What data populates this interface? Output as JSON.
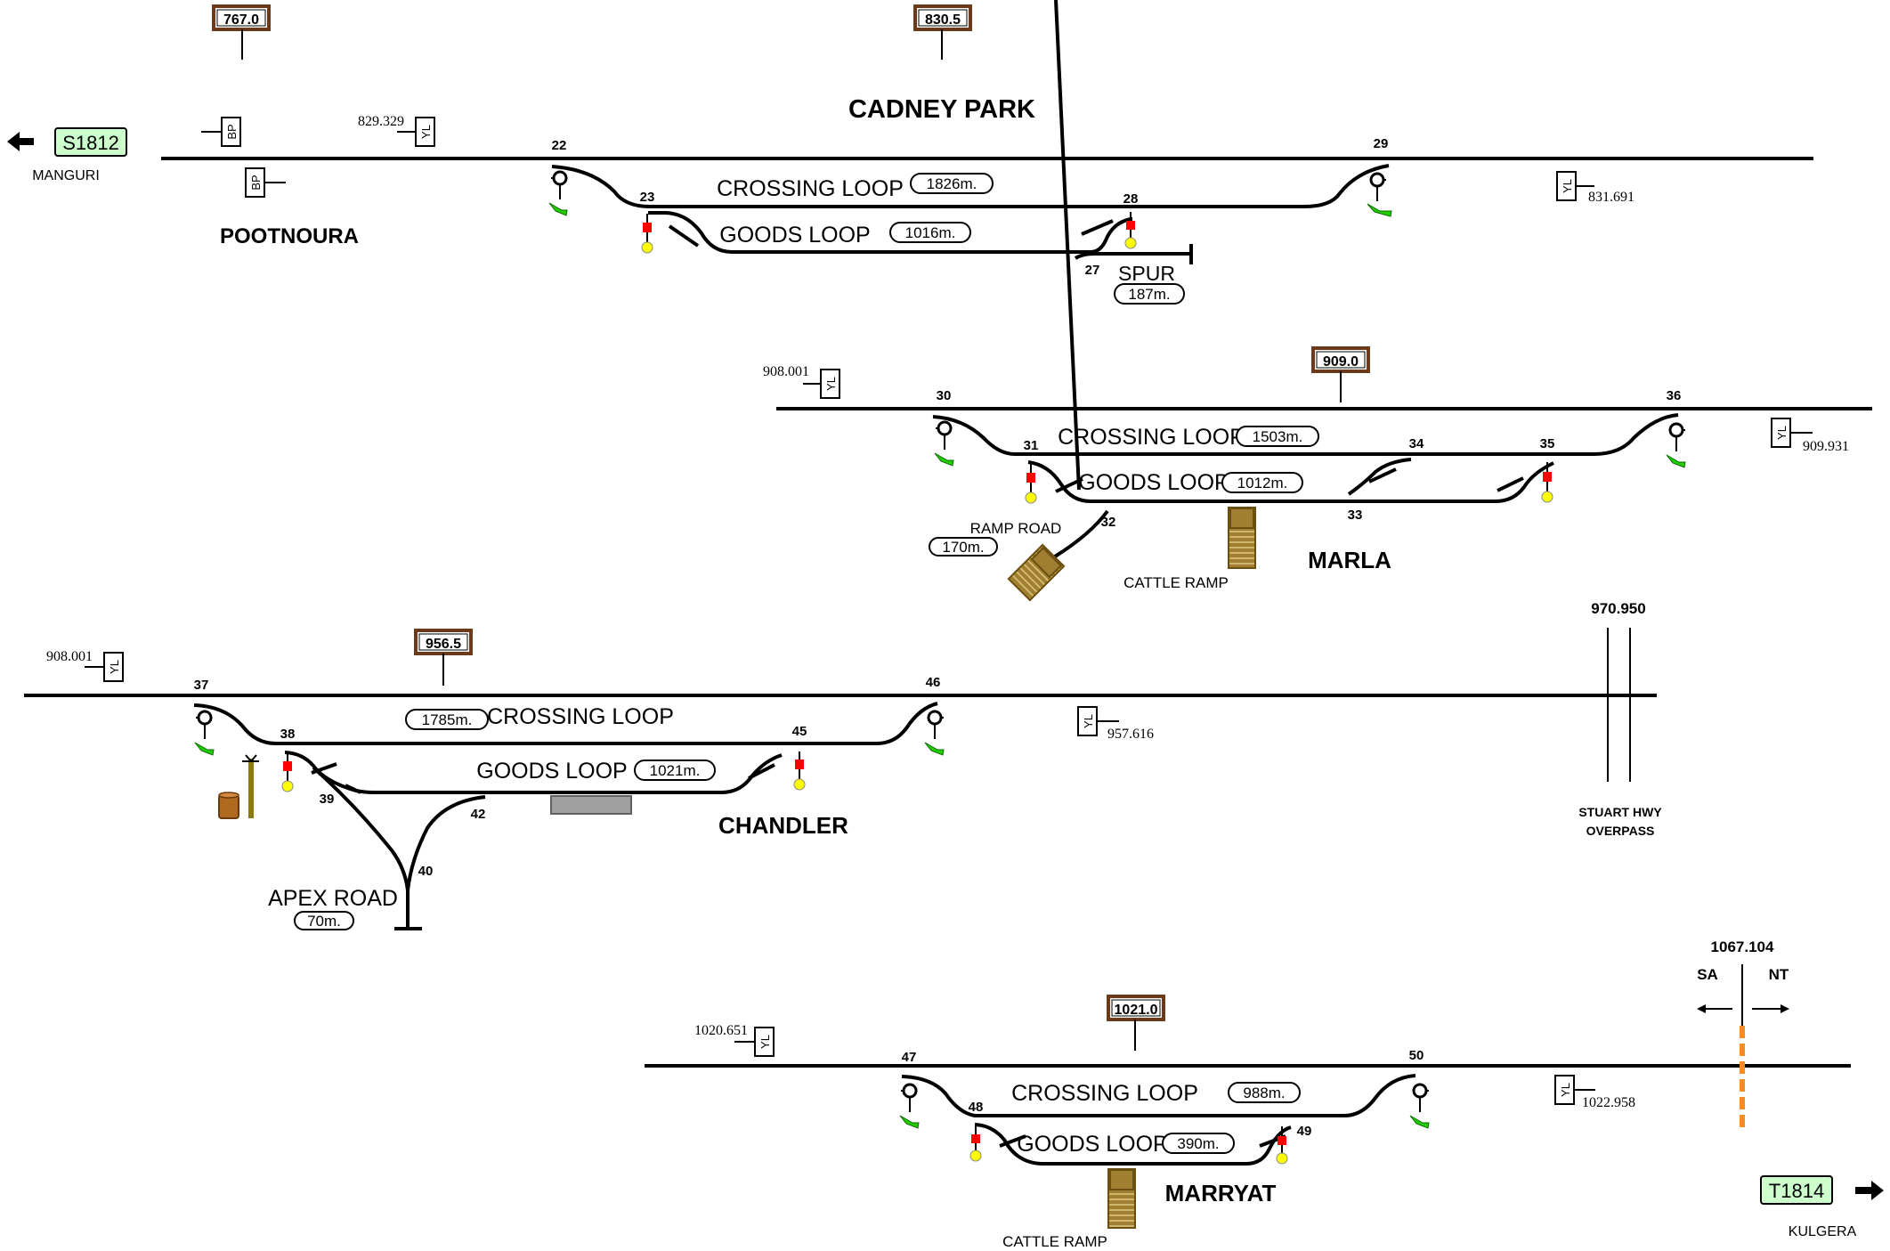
{
  "stations": {
    "cadney_park": "CADNEY PARK",
    "pootnoura": "POOTNOURA",
    "marla": "MARLA",
    "chandler": "CHANDLER",
    "marryat": "MARRYAT"
  },
  "km_boards": {
    "k1": "767.0",
    "k2": "830.5",
    "k3": "909.0",
    "k4": "956.5",
    "k5": "1021.0"
  },
  "section_signs": {
    "s1812": "S1812",
    "t1814": "T1814",
    "manguri": "MANGURI",
    "kulgera": "KULGERA"
  },
  "km_labels": {
    "k829": "829.329",
    "k831": "831.691",
    "k908a": "908.001",
    "k909": "909.931",
    "k908b": "908.001",
    "k957": "957.616",
    "k1020": "1020.651",
    "k1022": "1022.958",
    "k970": "970.950",
    "k1067": "1067.104"
  },
  "signs": {
    "yl": "YL",
    "bp": "BP"
  },
  "loops": {
    "crossing": "CROSSING LOOP",
    "goods": "GOODS LOOP",
    "spur": "SPUR",
    "ramp_road": "RAMP ROAD",
    "cattle_ramp": "CATTLE RAMP",
    "apex_road": "APEX ROAD"
  },
  "lengths": {
    "cp_crossing": "1826m.",
    "cp_goods": "1016m.",
    "cp_spur": "187m.",
    "ma_crossing": "1503m.",
    "ma_goods": "1012m.",
    "ma_ramp": "170m.",
    "ch_crossing": "1785m.",
    "ch_goods": "1021m.",
    "ch_apex": "70m.",
    "my_crossing": "988m.",
    "my_goods": "390m."
  },
  "points": {
    "p22": "22",
    "p23": "23",
    "p27": "27",
    "p28": "28",
    "p29": "29",
    "p30": "30",
    "p31": "31",
    "p32": "32",
    "p33": "33",
    "p34": "34",
    "p35": "35",
    "p36": "36",
    "p37": "37",
    "p38": "38",
    "p39": "39",
    "p40": "40",
    "p42": "42",
    "p45": "45",
    "p46": "46",
    "p47": "47",
    "p48": "48",
    "p49": "49",
    "p50": "50"
  },
  "overpass": {
    "line1": "STUART HWY",
    "line2": "OVERPASS"
  },
  "border": {
    "sa": "SA",
    "nt": "NT"
  },
  "colors": {
    "track": "#000000",
    "sign_green": "#ccffcc",
    "dwarf_green": "#22cc00",
    "stop_red": "#ff0000",
    "lamp_yellow": "#ffff00",
    "ramp_brown": "#a08030",
    "platform_grey": "#a0a0a0",
    "border_orange": "#ff8c1a",
    "km_board_border": "#6b3a1a"
  }
}
